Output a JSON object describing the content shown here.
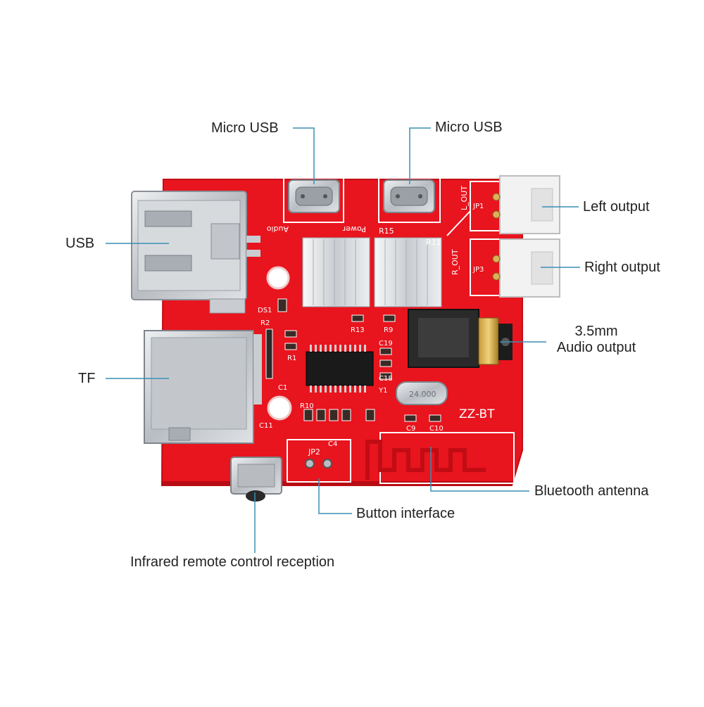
{
  "labels": {
    "micro_usb_left": "Micro USB",
    "micro_usb_right": "Micro USB",
    "usb": "USB",
    "left_output": "Left output",
    "right_output": "Right output",
    "audio_output_line1": "3.5mm",
    "audio_output_line2": "Audio output",
    "tf": "TF",
    "bluetooth_antenna": "Bluetooth antenna",
    "button_interface": "Button interface",
    "infrared": "Infrared remote control reception"
  },
  "silkscreen": {
    "board_name": "ZZ-BT",
    "crystal": "24.000",
    "jp1": "JP1",
    "jp2": "JP2",
    "jp3": "JP3",
    "audio": "Audio",
    "power": "Power",
    "l_out": "L_OUT",
    "r_out": "R_OUT",
    "r15": "R15",
    "r11": "R11",
    "r13": "R13",
    "r9": "R9",
    "r10": "R10",
    "r2": "R2",
    "r1": "R1",
    "c1": "C1",
    "c4": "C4",
    "c9": "C9",
    "c10": "C10",
    "c18": "C18",
    "c19": "C19",
    "c11": "C11",
    "y1": "Y1",
    "ds1": "DS1"
  },
  "colors": {
    "pcb": "#e8141e",
    "pcb_dark": "#b80c14",
    "silkscreen": "#ffffff",
    "metal": "#c9ccd0",
    "connector_white": "#f2f2f2",
    "leader_line": "#3a8fb4",
    "ic": "#1a1a1a",
    "text": "#222222"
  }
}
